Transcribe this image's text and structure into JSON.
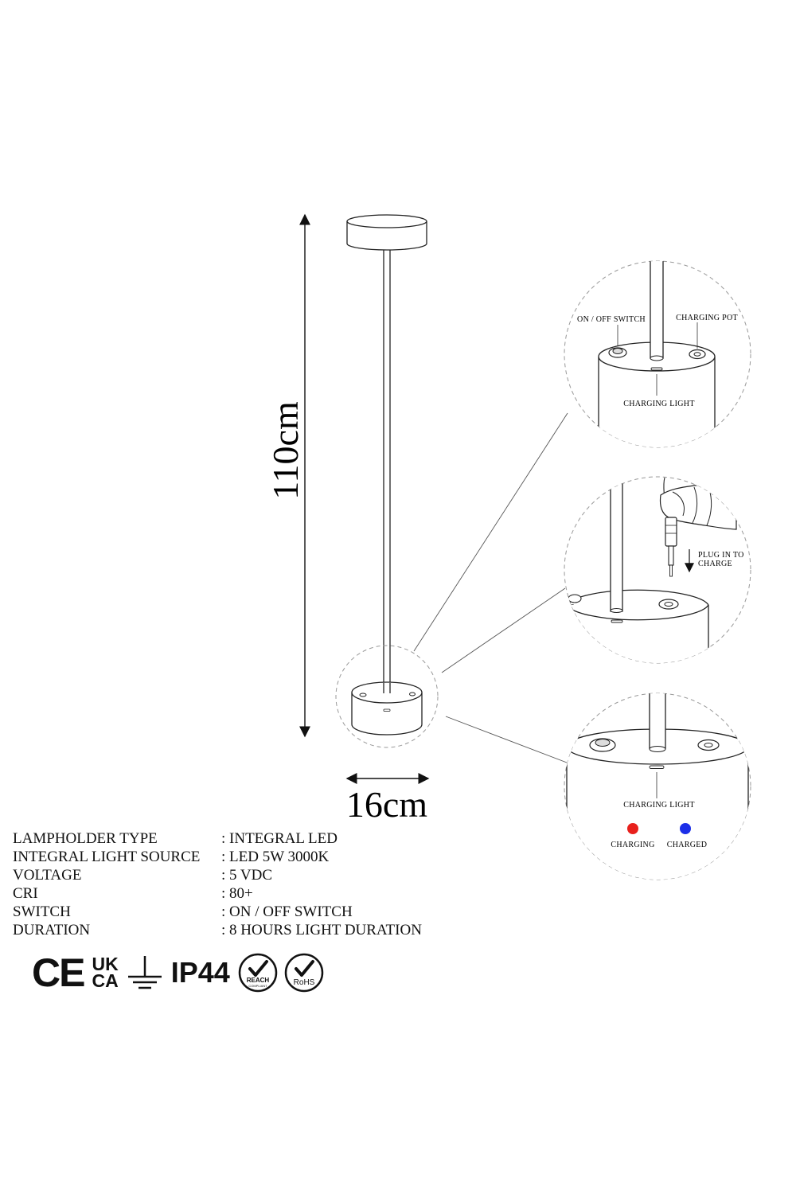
{
  "dimensions": {
    "height": "110cm",
    "width": "16cm"
  },
  "callouts": {
    "top": {
      "switch_label": "ON / OFF SWITCH",
      "port_label": "CHARGING POT",
      "light_label": "CHARGING LIGHT"
    },
    "middle": {
      "plug_label_line1": "PLUG IN TO",
      "plug_label_line2": "CHARGE"
    },
    "bottom": {
      "light_label": "CHARGING LIGHT",
      "charging_label": "CHARGING",
      "charged_label": "CHARGED",
      "charging_color": "#e8201c",
      "charged_color": "#1c2fe8"
    }
  },
  "specs": [
    {
      "key": "LAMPHOLDER TYPE",
      "value": ": INTEGRAL LED"
    },
    {
      "key": "INTEGRAL LIGHT SOURCE",
      "value": ": LED 5W 3000K"
    },
    {
      "key": "VOLTAGE",
      "value": ": 5 VDC"
    },
    {
      "key": "CRI",
      "value": ": 80+"
    },
    {
      "key": "SWITCH",
      "value": ": ON / OFF SWITCH"
    },
    {
      "key": "DURATION",
      "value": ": 8 HOURS LIGHT DURATION"
    }
  ],
  "certifications": {
    "ce": "CE",
    "ukca_top": "UK",
    "ukca_bottom": "CA",
    "ground": "ground-symbol-icon",
    "ip": "IP44",
    "reach": "REACH",
    "reach_sub": "COMPLIANT",
    "rohs": "RoHS"
  }
}
